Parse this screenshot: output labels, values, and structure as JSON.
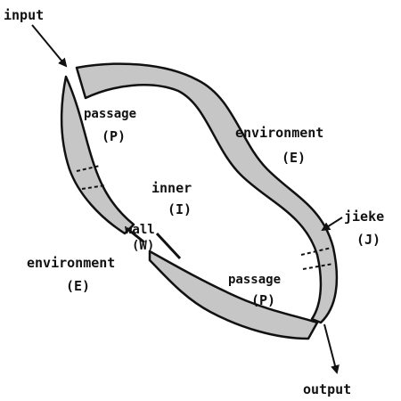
{
  "labels": {
    "input": "input",
    "output": "output",
    "passage_top": "passage",
    "passage_top_code": "(P)",
    "env_right": "environment",
    "env_right_code": "(E)",
    "inner": "inner",
    "inner_code": "(I)",
    "wall": "wall",
    "wall_code": "(W)",
    "jieke": "jieke",
    "jieke_code": "(J)",
    "env_left": "environment",
    "env_left_code": "(E)",
    "passage_bottom": "passage",
    "passage_bottom_code": "(P)"
  },
  "colors": {
    "band_fill": "#c6c6c6",
    "outline": "#111111"
  }
}
